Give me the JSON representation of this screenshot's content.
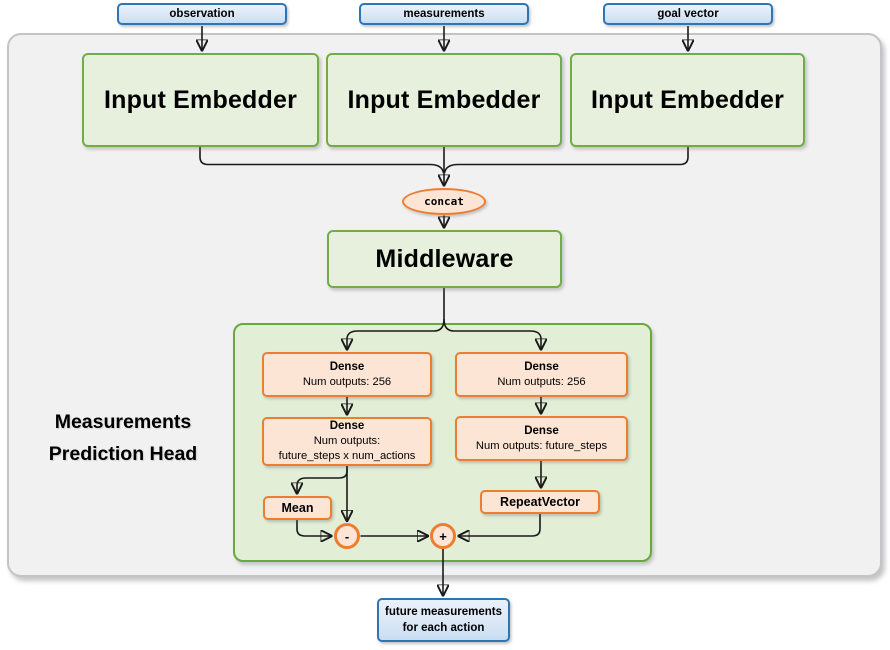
{
  "colors": {
    "blue_border": "#2E75B6",
    "blue_fill": "#DCE9F7",
    "green_border": "#70AD47",
    "green_fill": "#E6F0DD",
    "green_container_fill": "#E2EED6",
    "orange_border": "#ED7D31",
    "orange_fill": "#FCE5D4",
    "gray_container_fill": "#F1F1F2",
    "line_color": "#1a1a1a"
  },
  "inputs": [
    {
      "label": "observation"
    },
    {
      "label": "measurements"
    },
    {
      "label": "goal vector"
    }
  ],
  "embedders": [
    {
      "label": "Input Embedder"
    },
    {
      "label": "Input Embedder"
    },
    {
      "label": "Input Embedder"
    }
  ],
  "concat_label": "concat",
  "middleware_label": "Middleware",
  "head": {
    "title": "Measurements Prediction Head",
    "left": {
      "dense1_title": "Dense",
      "dense1_sub": "Num outputs: 256",
      "dense2_title": "Dense",
      "dense2_sub1": "Num outputs:",
      "dense2_sub2": "future_steps x num_actions",
      "mean_label": "Mean",
      "minus_label": "-"
    },
    "right": {
      "dense1_title": "Dense",
      "dense1_sub": "Num outputs: 256",
      "dense2_title": "Dense",
      "dense2_sub": "Num outputs: future_steps",
      "repeat_label": "RepeatVector",
      "plus_label": "+"
    }
  },
  "output": {
    "line1": "future measurements",
    "line2": "for each action"
  }
}
